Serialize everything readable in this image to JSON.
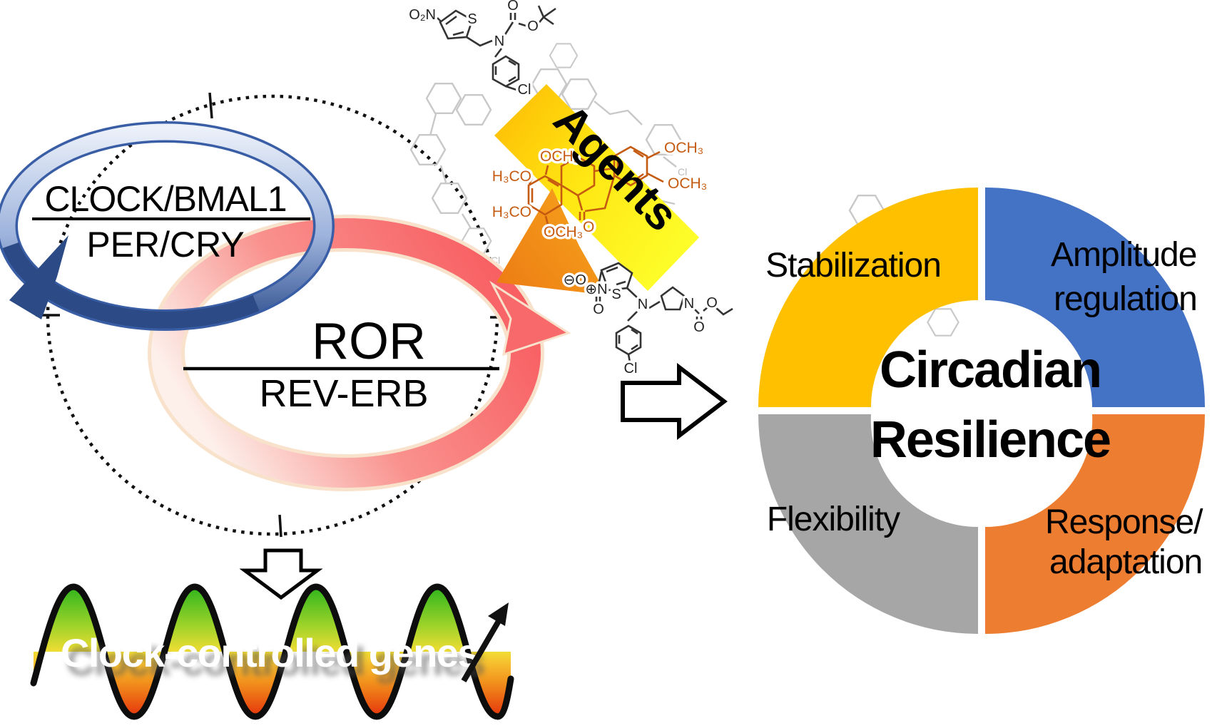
{
  "figure_type": "graphical-abstract",
  "core_loop": {
    "clock_bmal1": "CLOCK/BMAL1",
    "per_cry": "PER/CRY",
    "ror": "ROR",
    "rev_erb": "REV-ERB"
  },
  "output_wave": {
    "label": "Clock-controlled genes"
  },
  "agents_arrow": {
    "label": "Agents"
  },
  "molecules": {
    "nitrothiophene_acetate": {
      "atoms": [
        "O₂N",
        "S",
        "N",
        "O",
        "O",
        "Cl"
      ]
    },
    "colchicine_like": {
      "atoms": [
        "OCH₃",
        "H₃CO",
        "H₃CO",
        "OCH₃",
        "O",
        "OCH₃",
        "OCH₃"
      ]
    },
    "nitrothiophene_carbamate": {
      "atoms": [
        "⊖O",
        "⊕N",
        "O",
        "S",
        "N",
        "Cl",
        "N",
        "O",
        "O"
      ]
    },
    "background_gray_labels": [
      "Cl",
      "Cl"
    ]
  },
  "resilience_wheel": {
    "center_lines": [
      "Circadian",
      "Resilience"
    ],
    "segments": [
      {
        "id": "stabilization",
        "lines": [
          "Stabilization"
        ],
        "color": "#FFC000"
      },
      {
        "id": "amplitude-regulation",
        "lines": [
          "Amplitude",
          "regulation"
        ],
        "color": "#4472C4"
      },
      {
        "id": "flexibility",
        "lines": [
          "Flexibility"
        ],
        "color": "#A6A6A6"
      },
      {
        "id": "response-adaptation",
        "lines": [
          "Response/",
          "adaptation"
        ],
        "color": "#ED7D31"
      }
    ]
  },
  "colors": {
    "loop_blue_dark": "#2C4A86",
    "loop_red": "#F8696B",
    "agents_yellow": "#FFE713",
    "agents_orange": "#F29B16",
    "chem_orange": "#C55A11",
    "chem_gray": "#C8C8C8",
    "wave_green": "#2EB51C",
    "wave_red": "#E5330B"
  }
}
